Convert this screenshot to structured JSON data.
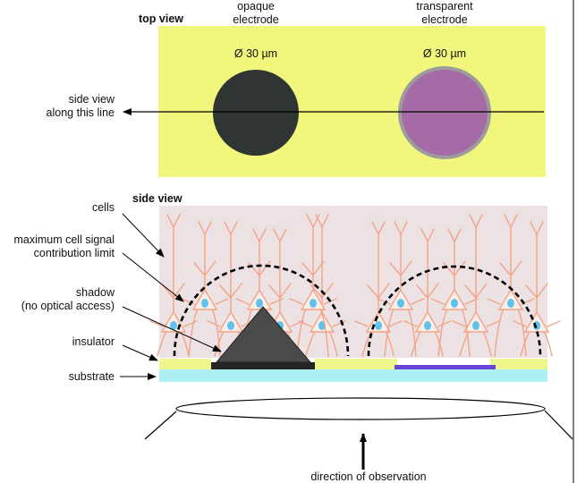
{
  "top_view": {
    "title": "top view",
    "opaque_label_line1": "opaque",
    "opaque_label_line2": "electrode",
    "transparent_label_line1": "transparent",
    "transparent_label_line2": "electrode",
    "opaque_diameter": "Ø 30 µm",
    "transparent_diameter": "Ø 30 µm",
    "side_view_line_label_line1": "side view",
    "side_view_line_label_line2": "along this line"
  },
  "side_view": {
    "title": "side view",
    "cells_label": "cells",
    "limit_label_line1": "maximum cell signal",
    "limit_label_line2": "contribution limit",
    "shadow_label_line1": "shadow",
    "shadow_label_line2": "(no optical access)",
    "insulator_label": "insulator",
    "substrate_label": "substrate"
  },
  "observation_label": "direction of observation",
  "colors": {
    "plate": "#f0f77c",
    "opaque_electrode": "#2e3533",
    "transparent_electrode": "#a56ba6",
    "transparent_rim": "#9c9c9c",
    "tissue_bg": "#ece1e3",
    "neuron": "#f2a487",
    "nucleus": "#5ec3ec",
    "insulator": "#eef58a",
    "substrate": "#aeeef5",
    "shadow_triangle": "#4a4a4a",
    "electrode_base": "#252525",
    "transparent_strip": "#6a44d8"
  }
}
